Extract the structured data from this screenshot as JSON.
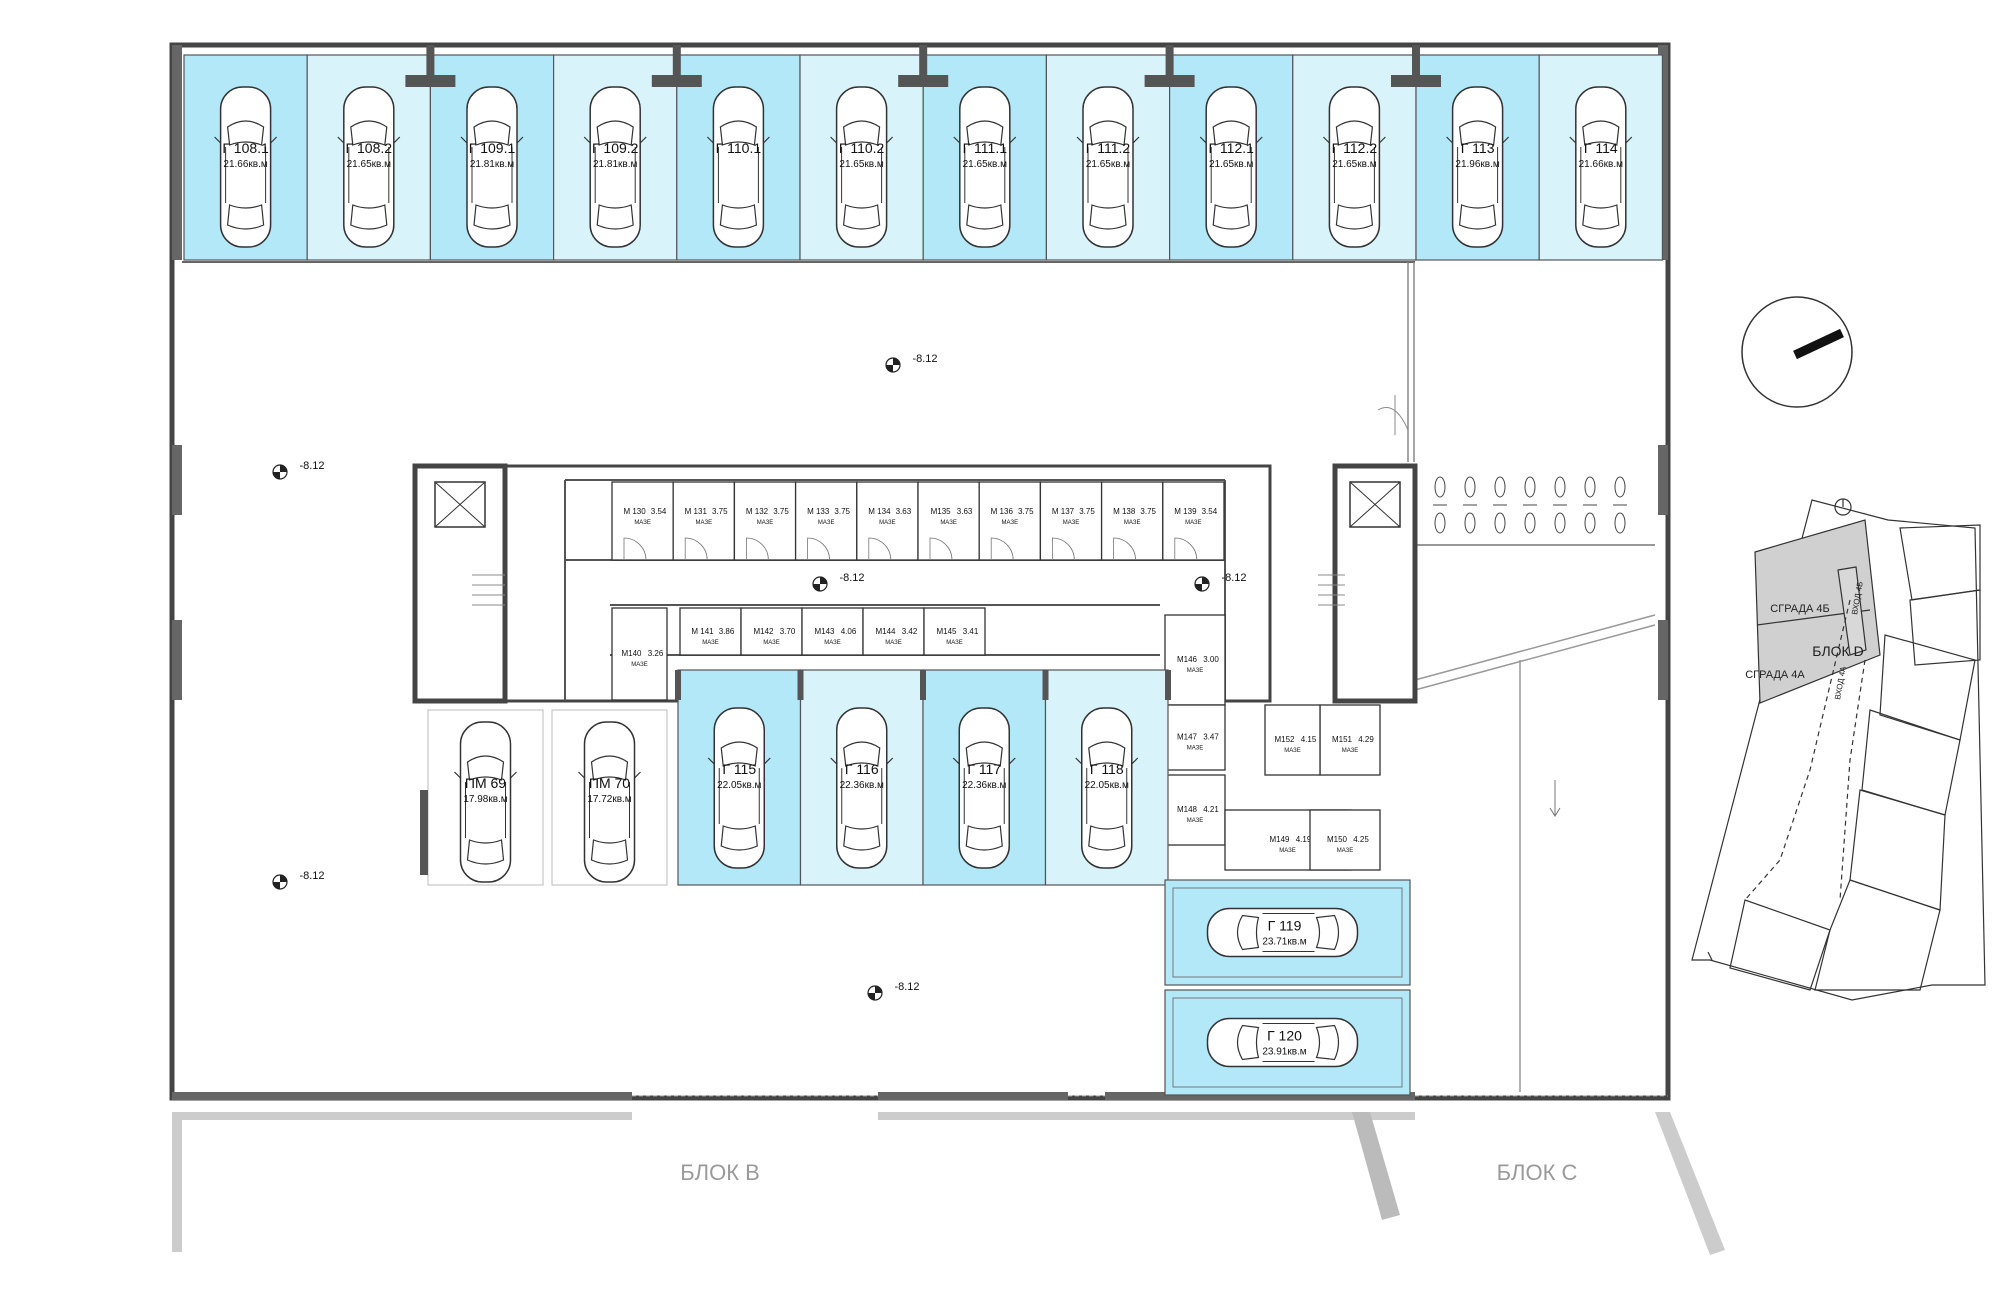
{
  "garages_top": [
    {
      "code": "Г 108.1",
      "area": "21.66кв.м",
      "tone": "dark"
    },
    {
      "code": "Г 108.2",
      "area": "21.65кв.м",
      "tone": "light"
    },
    {
      "code": "Г 109.1",
      "area": "21.81кв.м",
      "tone": "dark"
    },
    {
      "code": "Г 109.2",
      "area": "21.81кв.м",
      "tone": "light"
    },
    {
      "code": "Г 110.1",
      "area": "",
      "tone": "dark"
    },
    {
      "code": "Г 110.2",
      "area": "21.65кв.м",
      "tone": "light"
    },
    {
      "code": "Г 111.1",
      "area": "21.65кв.м",
      "tone": "dark"
    },
    {
      "code": "Г 111.2",
      "area": "21.65кв.м",
      "tone": "light"
    },
    {
      "code": "Г 112.1",
      "area": "21.65кв.м",
      "tone": "dark"
    },
    {
      "code": "Г 112.2",
      "area": "21.65кв.м",
      "tone": "light"
    },
    {
      "code": "Г 113",
      "area": "21.96кв.м",
      "tone": "dark"
    },
    {
      "code": "Г 114",
      "area": "21.66кв.м",
      "tone": "light"
    }
  ],
  "garages_middle": [
    {
      "code": "Г 115",
      "area": "22.05кв.м",
      "tone": "dark"
    },
    {
      "code": "Г 116",
      "area": "22.36кв.м",
      "tone": "light"
    },
    {
      "code": "Г 117",
      "area": "22.36кв.м",
      "tone": "dark"
    },
    {
      "code": "Г 118",
      "area": "22.05кв.м",
      "tone": "light"
    }
  ],
  "open_spots": [
    {
      "code": "ПМ 69",
      "area": "17.98кв.м"
    },
    {
      "code": "ПМ 70",
      "area": "17.72кв.м"
    }
  ],
  "garages_side": [
    {
      "code": "Г 119",
      "area": "23.71кв.м"
    },
    {
      "code": "Г 120",
      "area": "23.91кв.м"
    }
  ],
  "storage_row1": [
    {
      "code": "М 130",
      "area": "3.54",
      "note": "МАЗЕ"
    },
    {
      "code": "М 131",
      "area": "3.75",
      "note": "МАЗЕ"
    },
    {
      "code": "М 132",
      "area": "3.75",
      "note": "МАЗЕ"
    },
    {
      "code": "М 133",
      "area": "3.75",
      "note": "МАЗЕ"
    },
    {
      "code": "М 134",
      "area": "3.63",
      "note": "МАЗЕ"
    },
    {
      "code": "М135",
      "area": "3.63",
      "note": "МАЗЕ"
    },
    {
      "code": "М 136",
      "area": "3.75",
      "note": "МАЗЕ"
    },
    {
      "code": "М 137",
      "area": "3.75",
      "note": "МАЗЕ"
    },
    {
      "code": "М 138",
      "area": "3.75",
      "note": "МАЗЕ"
    },
    {
      "code": "М 139",
      "area": "3.54",
      "note": "МАЗЕ"
    }
  ],
  "storage_row2": [
    {
      "code": "М 141",
      "area": "3.86",
      "note": "МАЗЕ"
    },
    {
      "code": "М142",
      "area": "3.70",
      "note": "МАЗЕ"
    },
    {
      "code": "М143",
      "area": "4.06",
      "note": "МАЗЕ"
    },
    {
      "code": "М144",
      "area": "3.42",
      "note": "МАЗЕ"
    },
    {
      "code": "М145",
      "area": "3.41",
      "note": "МАЗЕ"
    }
  ],
  "storage_misc": [
    {
      "code": "М140",
      "area": "3.26",
      "note": "МАЗЕ"
    },
    {
      "code": "М146",
      "area": "3.00",
      "note": "МАЗЕ"
    },
    {
      "code": "М147",
      "area": "3.47",
      "note": "МАЗЕ"
    },
    {
      "code": "М148",
      "area": "4.21",
      "note": "МАЗЕ"
    },
    {
      "code": "М149",
      "area": "4.19",
      "note": "МАЗЕ"
    },
    {
      "code": "М150",
      "area": "4.25",
      "note": "МАЗЕ"
    },
    {
      "code": "М151",
      "area": "4.29",
      "note": "МАЗЕ"
    },
    {
      "code": "М152",
      "area": "4.15",
      "note": "МАЗЕ"
    }
  ],
  "levels": [
    "-8.12",
    "-8.12",
    "-8.12",
    "-8.12",
    "-8.12",
    "-8.12"
  ],
  "blocks": {
    "b": "БЛОК В",
    "c": "БЛОК С"
  },
  "keyplan": {
    "block_d": "БЛОК D",
    "bldg_4b": "СГРАДА 4Б",
    "bldg_4a": "СГРАДА 4А",
    "entrance_4b": "ВХОД 4Б",
    "entrance_4a": "ВХОД 4А"
  },
  "colors": {
    "dark_stall": "#b3e8f9",
    "light_stall": "#d9f3fb",
    "wall": "#555555",
    "outline": "#333333"
  }
}
